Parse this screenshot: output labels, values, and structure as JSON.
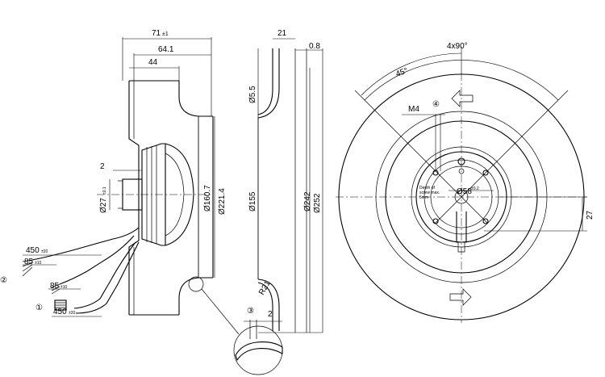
{
  "side_view": {
    "width_overall": "71",
    "width_overall_tol": "±1",
    "width_impeller": "64.1",
    "width_hub": "44",
    "offset": "2",
    "dia_shaft": "Ø27",
    "dia_shaft_tol": "±0.1",
    "dia_inlet": "Ø160.7",
    "dia_outer": "Ø221.4",
    "lead_long": "450",
    "lead_long_tol": "±20",
    "strip_long": "85",
    "strip_long_tol": "±10",
    "strip_short": "85",
    "strip_short_tol": "±10",
    "lead_short": "450",
    "lead_short_tol": "±20",
    "callout_1": "①",
    "callout_2": "②"
  },
  "section_view": {
    "depth": "21",
    "sheet": "0.8",
    "dia_hole": "Ø5.5",
    "dia_155": "Ø155",
    "dia_242": "Ø242",
    "dia_252": "Ø252",
    "radius": "R21",
    "callout_3": "③",
    "detail_dim": "2"
  },
  "front_view": {
    "angle_pattern": "4x90°",
    "angle_45": "45°",
    "thread": "M4",
    "callout_4": "④",
    "depth_note": [
      "Depth of",
      "screw max.",
      "5mm"
    ],
    "dia_bolt": "Ø58",
    "dia_bolt_tol": "±0.2",
    "offset_27": "27"
  }
}
